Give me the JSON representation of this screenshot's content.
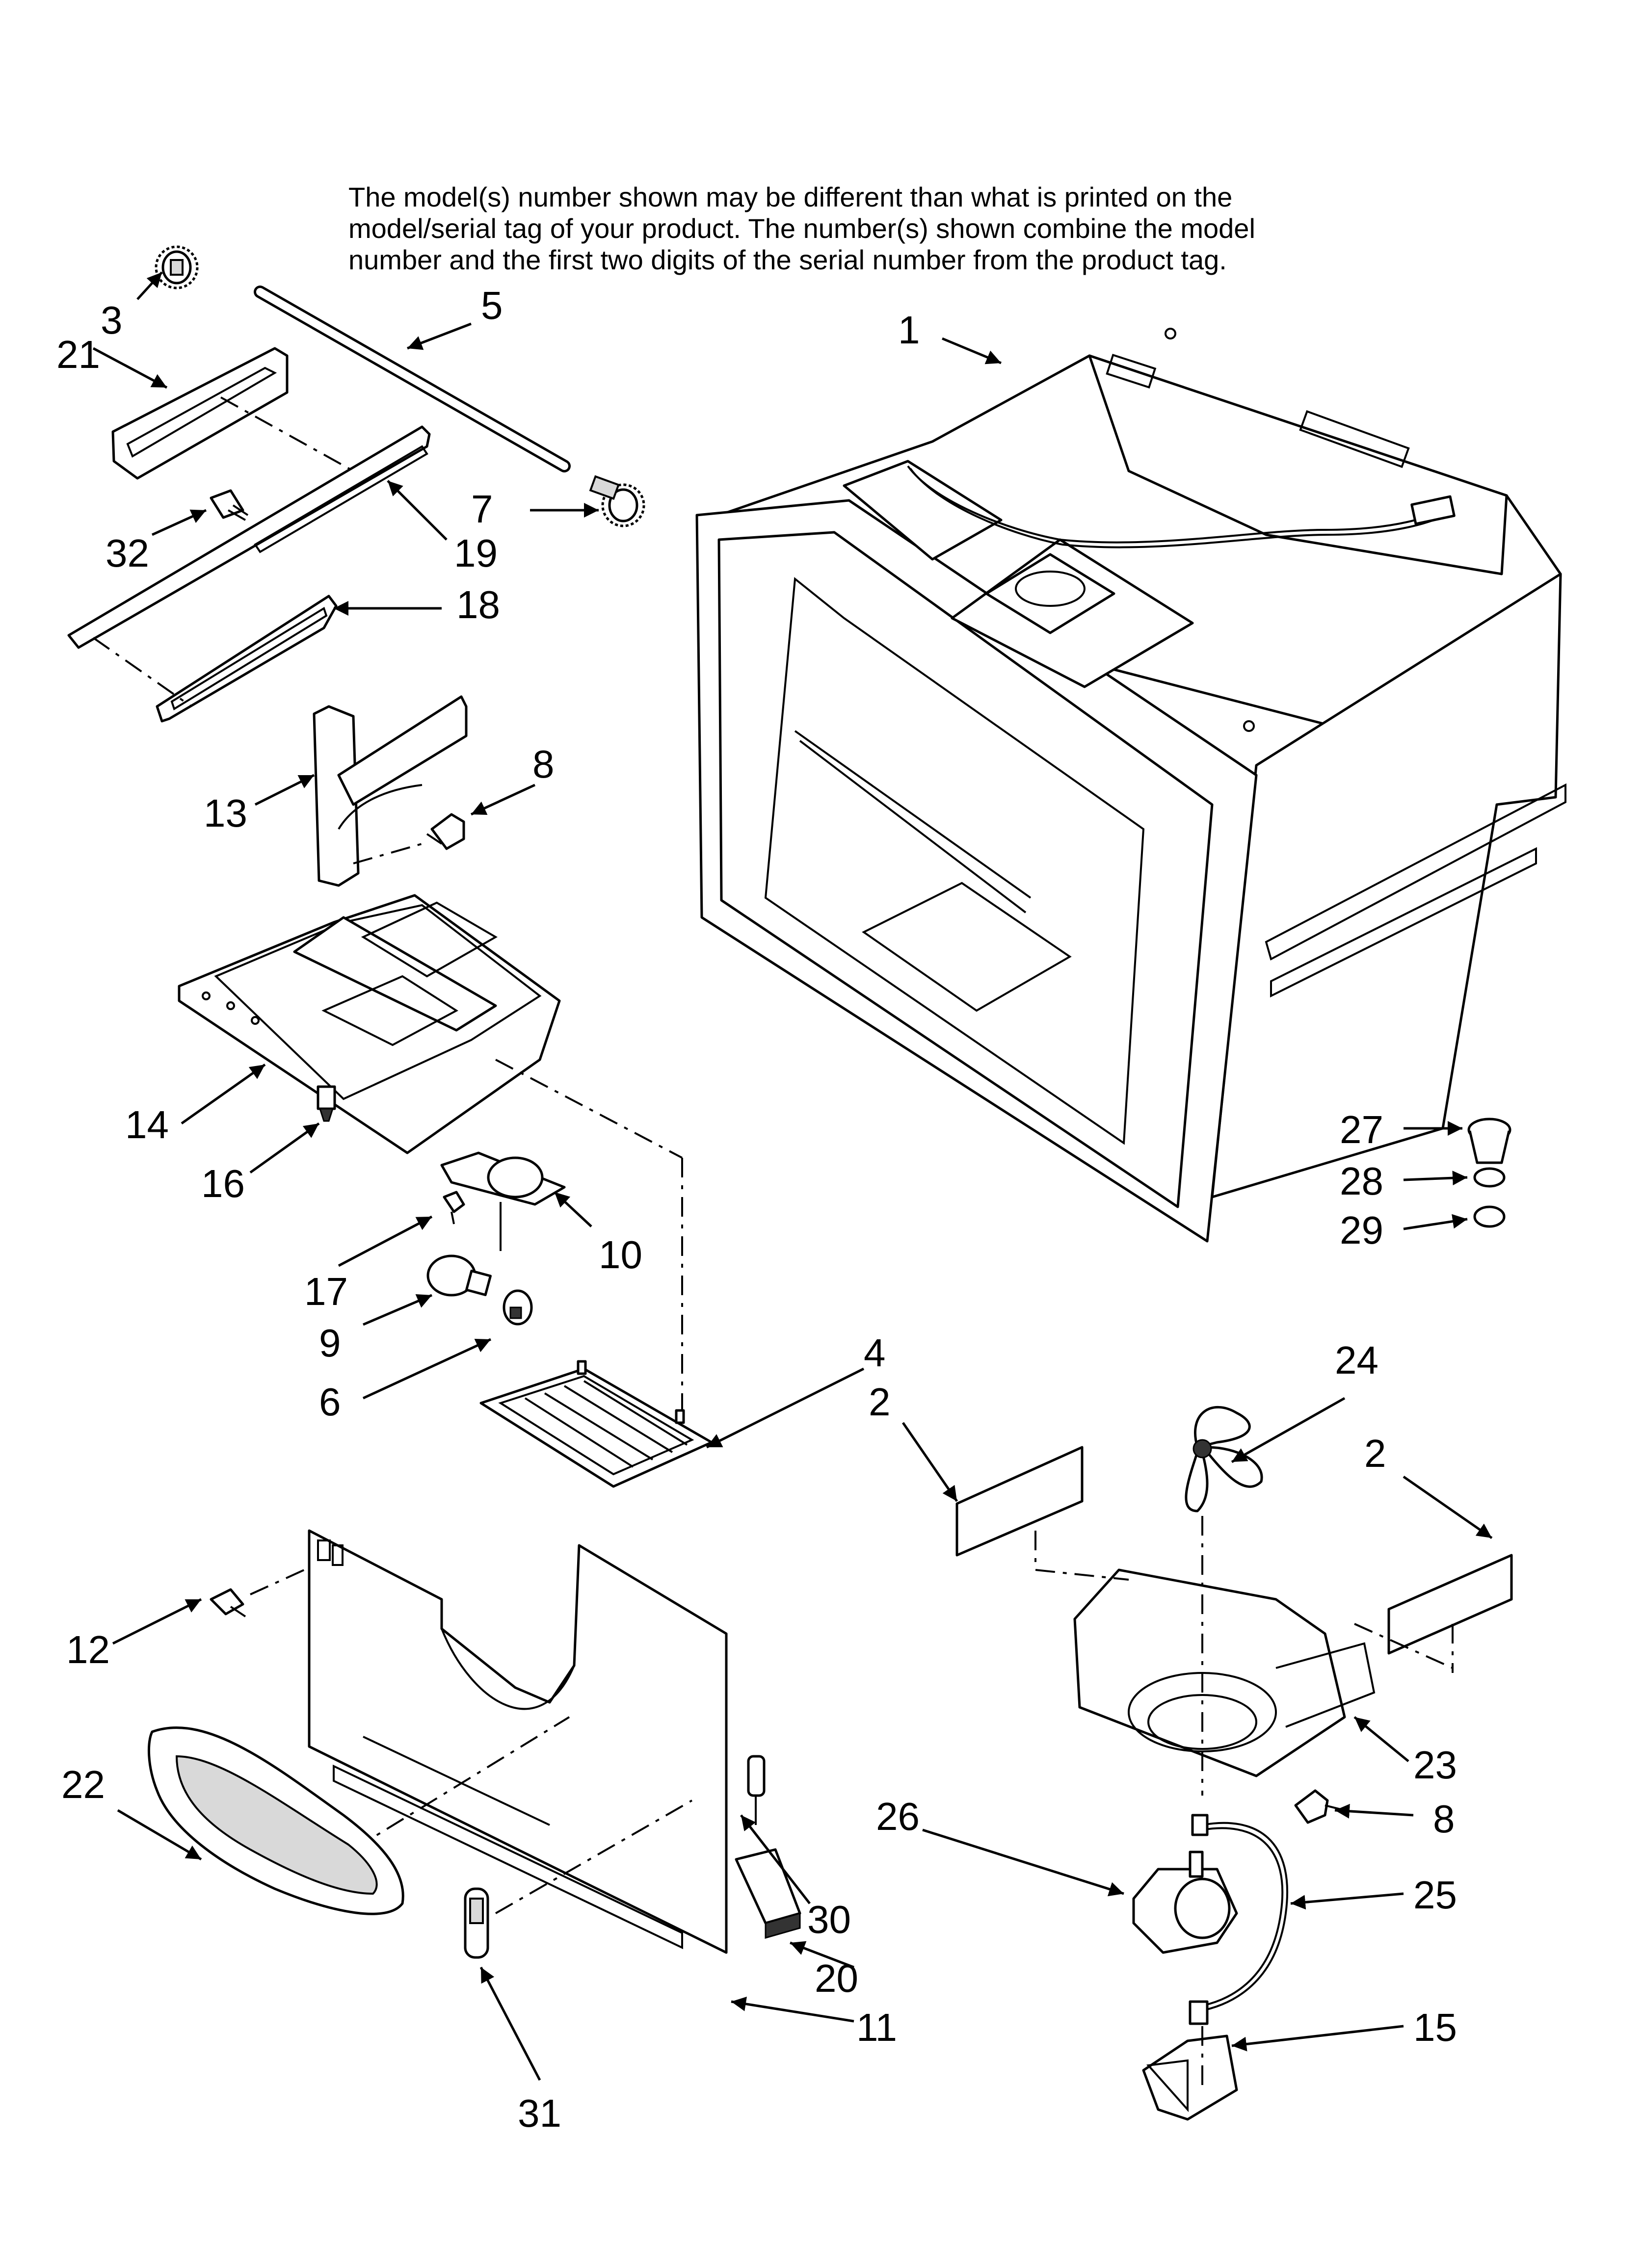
{
  "notice": {
    "line1": "The model(s) number shown may be different than what is printed on the",
    "line2": "model/serial tag of your product. The number(s) shown combine the model",
    "line3": "number and the first two digits of the serial number from the product tag."
  },
  "callouts": [
    {
      "id": "c1",
      "label": "1"
    },
    {
      "id": "c2a",
      "label": "2"
    },
    {
      "id": "c2b",
      "label": "2"
    },
    {
      "id": "c3",
      "label": "3"
    },
    {
      "id": "c4",
      "label": "4"
    },
    {
      "id": "c5",
      "label": "5"
    },
    {
      "id": "c6",
      "label": "6"
    },
    {
      "id": "c7",
      "label": "7"
    },
    {
      "id": "c8a",
      "label": "8"
    },
    {
      "id": "c8b",
      "label": "8"
    },
    {
      "id": "c9",
      "label": "9"
    },
    {
      "id": "c10",
      "label": "10"
    },
    {
      "id": "c11",
      "label": "11"
    },
    {
      "id": "c12",
      "label": "12"
    },
    {
      "id": "c13",
      "label": "13"
    },
    {
      "id": "c14",
      "label": "14"
    },
    {
      "id": "c15",
      "label": "15"
    },
    {
      "id": "c16",
      "label": "16"
    },
    {
      "id": "c17",
      "label": "17"
    },
    {
      "id": "c18",
      "label": "18"
    },
    {
      "id": "c19",
      "label": "19"
    },
    {
      "id": "c20",
      "label": "20"
    },
    {
      "id": "c21",
      "label": "21"
    },
    {
      "id": "c22",
      "label": "22"
    },
    {
      "id": "c23",
      "label": "23"
    },
    {
      "id": "c24",
      "label": "24"
    },
    {
      "id": "c25",
      "label": "25"
    },
    {
      "id": "c26",
      "label": "26"
    },
    {
      "id": "c27",
      "label": "27"
    },
    {
      "id": "c28",
      "label": "28"
    },
    {
      "id": "c29",
      "label": "29"
    },
    {
      "id": "c30",
      "label": "30"
    },
    {
      "id": "c31",
      "label": "31"
    },
    {
      "id": "c32",
      "label": "32"
    }
  ]
}
